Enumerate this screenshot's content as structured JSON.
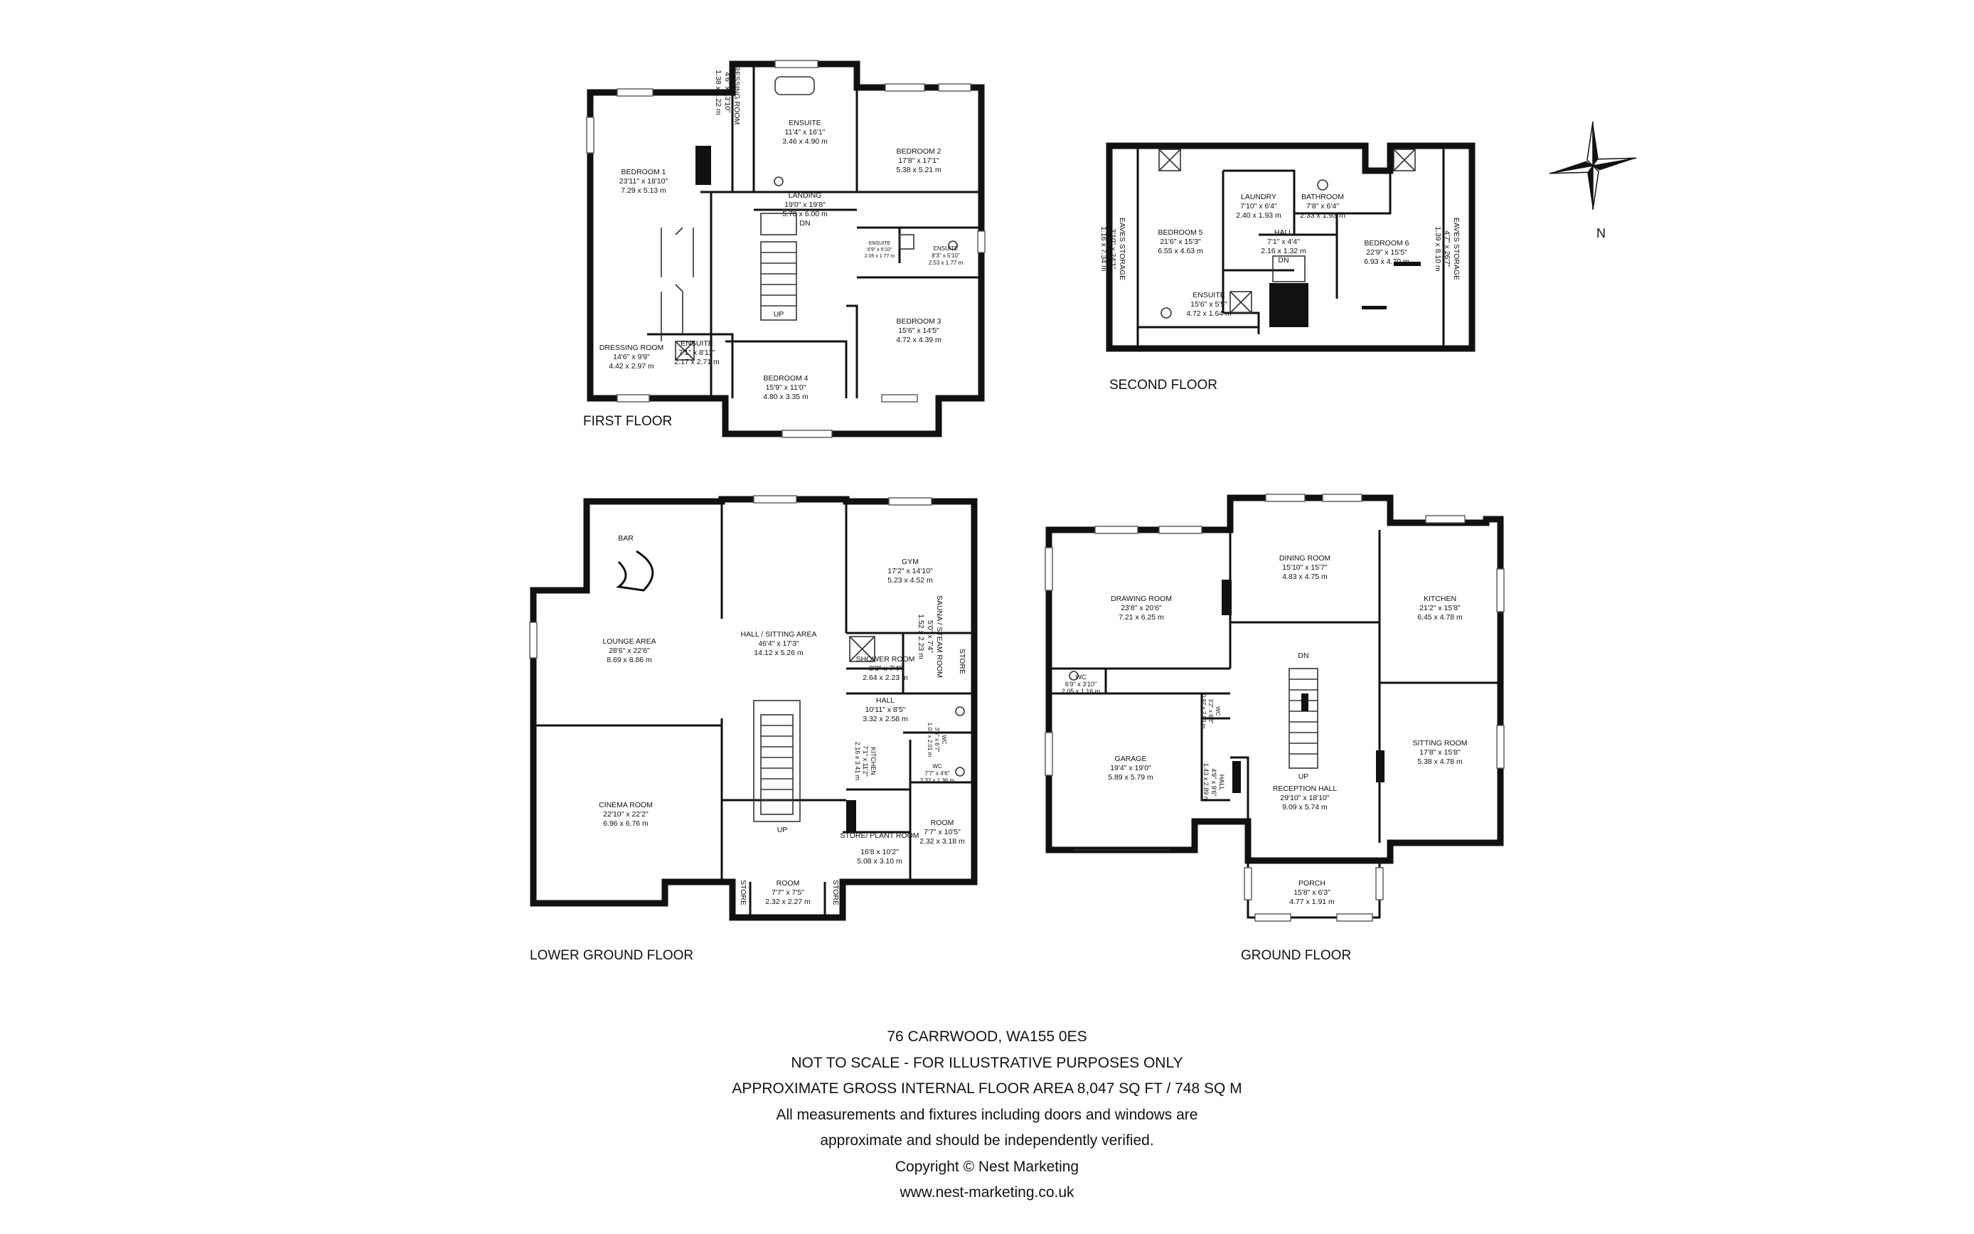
{
  "floors": {
    "first": {
      "title": "FIRST FLOOR",
      "rooms": [
        {
          "name": "BEDROOM 1",
          "imp": "23'11\" x 18'10\"",
          "met": "7.29 x 5.13 m"
        },
        {
          "name": "DRESSING ROOM",
          "imp": "4'6\" x 13'10\"",
          "met": "1.38 x 4.22 m"
        },
        {
          "name": "ENSUITE",
          "imp": "11'4\" x 16'1\"",
          "met": "3.46 x 4.90 m"
        },
        {
          "name": "BEDROOM 2",
          "imp": "17'8\" x 17'1\"",
          "met": "5.38 x 5.21 m"
        },
        {
          "name": "LANDING",
          "imp": "19'0\" x 19'8\"",
          "met": "5.78 x 6.00 m"
        },
        {
          "name": "ENSUITE",
          "imp": "6'9\" x 5'10\"",
          "met": "2.05 x 1.77 m"
        },
        {
          "name": "ENSUITE",
          "imp": "8'3\" x 5'10\"",
          "met": "2.53 x 1.77 m"
        },
        {
          "name": "BEDROOM 3",
          "imp": "15'6\" x 14'5\"",
          "met": "4.72 x 4.39 m"
        },
        {
          "name": "DRESSING ROOM",
          "imp": "14'6\" x 9'9\"",
          "met": "4.42 x 2.97 m"
        },
        {
          "name": "ENSUITE",
          "imp": "7'1\" x 8'11\"",
          "met": "2.17 x 2.71 m"
        },
        {
          "name": "BEDROOM 4",
          "imp": "15'9\" x 11'0\"",
          "met": "4.80 x 3.35 m"
        }
      ],
      "dn": "DN",
      "up": "UP"
    },
    "second": {
      "title": "SECOND FLOOR",
      "rooms": [
        {
          "name": "EAVES STORAGE",
          "imp": "3'10\" x 24'1\"",
          "met": "1.16 x 7.34 m"
        },
        {
          "name": "BEDROOM 5",
          "imp": "21'6\" x 15'3\"",
          "met": "6.55 x 4.63 m"
        },
        {
          "name": "LAUNDRY",
          "imp": "7'10\" x 6'4\"",
          "met": "2.40 x 1.93 m"
        },
        {
          "name": "BATHROOM",
          "imp": "7'8\" x 6'4\"",
          "met": "2.33 x 1.93 m"
        },
        {
          "name": "HALL",
          "imp": "7'1\" x 4'4\"",
          "met": "2.16 x 1.32 m"
        },
        {
          "name": "ENSUITE",
          "imp": "15'6\" x 5'5\"",
          "met": "4.72 x 1.64 m"
        },
        {
          "name": "BEDROOM 6",
          "imp": "22'9\" x 15'5\"",
          "met": "6.93 x 4.70 m"
        },
        {
          "name": "EAVES STORAGE",
          "imp": "4'7\" x 26'7\"",
          "met": "1.39 x 8.10 m"
        }
      ],
      "dn": "DN"
    },
    "lower": {
      "title": "LOWER GROUND FLOOR",
      "rooms": [
        {
          "name": "BAR",
          "imp": "",
          "met": ""
        },
        {
          "name": "LOUNGE AREA",
          "imp": "28'6\" x 22'6\"",
          "met": "8.69 x 8.86 m"
        },
        {
          "name": "HALL / SITTING AREA",
          "imp": "46'4\" x 17'3\"",
          "met": "14.12 x 5.26 m"
        },
        {
          "name": "GYM",
          "imp": "17'2\" x 14'10\"",
          "met": "5.23 x 4.52 m"
        },
        {
          "name": "SHOWER ROOM",
          "imp": "8'8\" x 7'4\"",
          "met": "2.64 x 2.23 m"
        },
        {
          "name": "SAUNA / STEAM ROOM",
          "imp": "5'0\" x 7'4\"",
          "met": "1.52 x 2.23 m"
        },
        {
          "name": "STORE",
          "imp": "",
          "met": ""
        },
        {
          "name": "HALL",
          "imp": "10'11\" x 8'5\"",
          "met": "3.32 x 2.58 m"
        },
        {
          "name": "WC",
          "imp": "3'5\" x 6'7\"",
          "met": "1.03 x 2.01 m"
        },
        {
          "name": "KITCHEN",
          "imp": "7'1\" x 11'2\"",
          "met": "2.16 x 3.41 m"
        },
        {
          "name": "WC",
          "imp": "7'7\" x 4'6\"",
          "met": "2.32 x 1.36 m"
        },
        {
          "name": "CINEMA ROOM",
          "imp": "22'10\" x 22'2\"",
          "met": "6.96 x 6.76 m"
        },
        {
          "name": "ROOM",
          "imp": "7'7\" x 10'5\"",
          "met": "2.32 x 3.18 m"
        },
        {
          "name": "STORE/ PLANT ROOM",
          "imp": "16'8 x 10'2\"",
          "met": "5.08 x 3.10 m"
        },
        {
          "name": "STORE",
          "imp": "",
          "met": ""
        },
        {
          "name": "ROOM",
          "imp": "7'7\" x 7'5\"",
          "met": "2.32 x 2.27 m"
        },
        {
          "name": "STORE",
          "imp": "",
          "met": ""
        }
      ],
      "up": "UP"
    },
    "ground": {
      "title": "GROUND FLOOR",
      "rooms": [
        {
          "name": "DRAWING ROOM",
          "imp": "23'8\" x 20'6\"",
          "met": "7.21 x 6.25 m"
        },
        {
          "name": "DINING ROOM",
          "imp": "15'10\" x 15'7\"",
          "met": "4.83 x 4.75 m"
        },
        {
          "name": "KITCHEN",
          "imp": "21'2\" x 15'8\"",
          "met": "6.45 x 4.78 m"
        },
        {
          "name": "WC",
          "imp": "6'9\" x 3'10\"",
          "met": "2.05 x 1.16 m"
        },
        {
          "name": "WC",
          "imp": "3'2\" x 6'8\"",
          "met": "0.97 x 2.03 m"
        },
        {
          "name": "GARAGE",
          "imp": "19'4\" x 19'0\"",
          "met": "5.89 x 5.79 m"
        },
        {
          "name": "HALL",
          "imp": "4'9\" x 9'6\"",
          "met": "1.43 x 2.89 m"
        },
        {
          "name": "RECEPTION HALL",
          "imp": "29'10\" x 18'10\"",
          "met": "9.09 x 5.74 m"
        },
        {
          "name": "SITTING ROOM",
          "imp": "17'8\" x 15'8\"",
          "met": "5.38 x 4.78 m"
        },
        {
          "name": "PORCH",
          "imp": "15'8\" x 6'3\"",
          "met": "4.77 x 1.91 m"
        }
      ],
      "dn": "DN",
      "up": "UP"
    }
  },
  "compass": {
    "label": "N",
    "icon": "compass-rose-icon"
  },
  "footer": {
    "address": "76 CARRWOOD, WA155 0ES",
    "scale_note": "NOT TO SCALE - FOR ILLUSTRATIVE PURPOSES ONLY",
    "area": "APPROXIMATE GROSS INTERNAL FLOOR AREA 8,047 SQ FT / 748 SQ M",
    "disclaimer_1": "All measurements and fixtures including doors and windows are",
    "disclaimer_2": "approximate and should be independently verified.",
    "copyright": "Copyright © Nest Marketing",
    "website": "www.nest-marketing.co.uk"
  }
}
